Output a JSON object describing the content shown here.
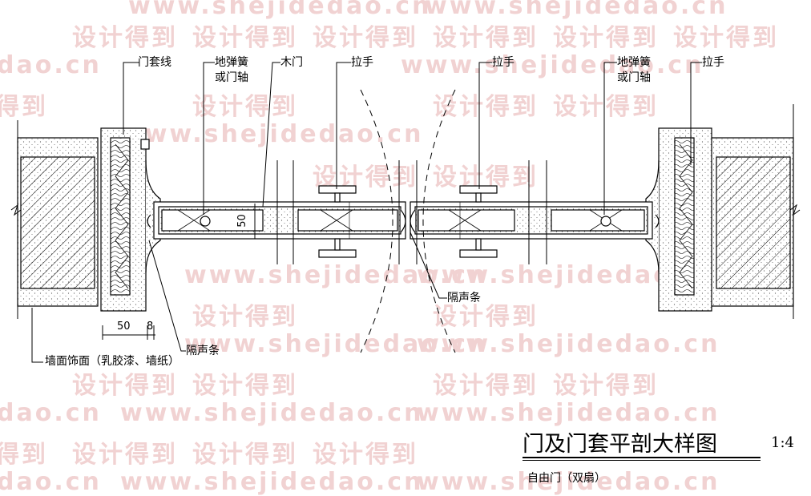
{
  "watermark": {
    "url": "www.shejidedao.cn",
    "url_tail_a": "dao.cn",
    "url_tail_b": "www.sl",
    "cn": "设计得到",
    "cn_tail": "得到",
    "cn_head": "设"
  },
  "labels": {
    "door_casing_line": "门套线",
    "floor_spring_1": "地弹簧",
    "floor_spring_2": "或门轴",
    "wood_door": "木门",
    "handle": "拉手",
    "seal_strip": "隔声条",
    "wall_finish": "墙面饰面（乳胶漆、墙纸）"
  },
  "dimensions": {
    "door_thickness": "50",
    "casing_width": "50",
    "gap": "8"
  },
  "title": {
    "main": "门及门套平剖大样图",
    "scale": "1:4",
    "subtitle": "自由门（双扇）"
  }
}
